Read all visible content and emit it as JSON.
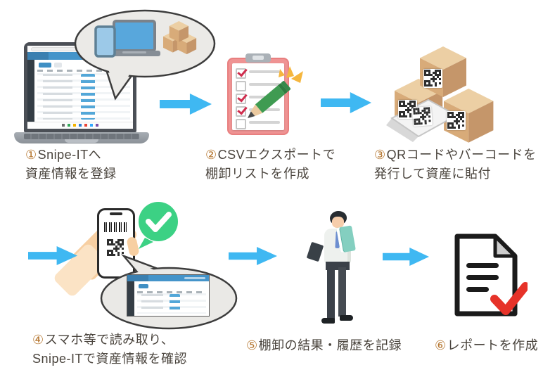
{
  "colors": {
    "arrow": "#3fb8f2",
    "step_number": "#b5762f",
    "label_text": "#4a443d",
    "check_green": "#3cd184",
    "clipboard_pink": "#ef9393",
    "pencil_green": "#3f9b52",
    "report_check_red": "#e63229",
    "snipeit_header_blue": "#4494ca",
    "cardboard": "#d8ab79"
  },
  "arrow_icon": "right-arrow",
  "steps": [
    {
      "number": "①",
      "line1": "Snipe-ITへ",
      "line2": "資産情報を登録",
      "icon": "laptop-snipeit-screen-with-devices-bubble"
    },
    {
      "number": "②",
      "line1": "CSVエクスポートで",
      "line2": "棚卸リストを作成",
      "icon": "checklist-clipboard-pencil"
    },
    {
      "number": "③",
      "line1": "QRコードやバーコードを",
      "line2": "発行して資産に貼付",
      "icon": "qr-labeled-boxes-and-laptop"
    },
    {
      "number": "④",
      "line1": "スマホ等で読み取り、",
      "line2": "Snipe-ITで資産情報を確認",
      "icon": "smartphone-scanning-code-with-check"
    },
    {
      "number": "⑤",
      "line1": "棚卸の結果・履歴を記録",
      "icon": "person-recording-with-tablet"
    },
    {
      "number": "⑥",
      "line1": "レポートを作成",
      "icon": "report-document-with-red-check"
    }
  ]
}
